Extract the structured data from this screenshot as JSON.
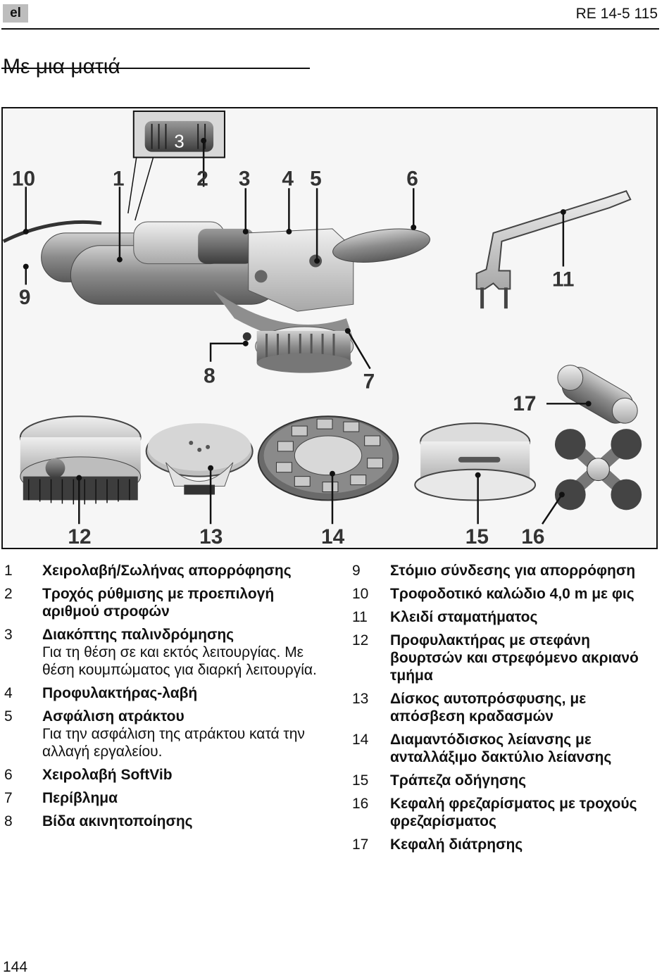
{
  "header": {
    "lang_tag": "el",
    "doc_code": "RE 14-5 115"
  },
  "title": "Με μια ματιά",
  "figure": {
    "callouts": [
      "10",
      "1",
      "2",
      "3",
      "4",
      "5",
      "6",
      "9",
      "11",
      "8",
      "7",
      "17",
      "12",
      "13",
      "14",
      "15",
      "16"
    ],
    "dial_digit": "3"
  },
  "items_left": [
    {
      "num": "1",
      "label": "Χειρολαβή/Σωλήνας απορρόφησης",
      "desc": ""
    },
    {
      "num": "2",
      "label": "Τροχός ρύθμισης με προεπιλογή αριθμού στροφών",
      "desc": ""
    },
    {
      "num": "3",
      "label": "Διακόπτης παλινδρόμησης",
      "desc": "Για τη θέση σε και εκτός λειτουργίας. Με θέση κουμπώματος για διαρκή λειτουργία."
    },
    {
      "num": "4",
      "label": "Προφυλακτήρας-λαβή",
      "desc": ""
    },
    {
      "num": "5",
      "label": "Ασφάλιση ατράκτου",
      "desc": "Για την ασφάλιση της ατράκτου κατά την αλλαγή εργαλείου."
    },
    {
      "num": "6",
      "label": "Χειρολαβή SoftVib",
      "desc": ""
    },
    {
      "num": "7",
      "label": "Περίβλημα",
      "desc": ""
    },
    {
      "num": "8",
      "label": "Βίδα ακινητοποίησης",
      "desc": ""
    }
  ],
  "items_right": [
    {
      "num": "9",
      "label": "Στόμιο σύνδεσης για απορρόφηση",
      "desc": ""
    },
    {
      "num": "10",
      "label": "Τροφοδοτικό καλώδιο 4,0 m με φις",
      "desc": ""
    },
    {
      "num": "11",
      "label": "Κλειδί σταματήματος",
      "desc": ""
    },
    {
      "num": "12",
      "label": "Προφυλακτήρας με στεφάνη βουρτσών και στρεφόμενο ακριανό τμήμα",
      "desc": ""
    },
    {
      "num": "13",
      "label": "Δίσκος αυτοπρόσφυσης, με απόσβεση κραδασμών",
      "desc": ""
    },
    {
      "num": "14",
      "label": "Διαμαντόδισκος λείανσης με ανταλλάξιμο δακτύλιο λείανσης",
      "desc": ""
    },
    {
      "num": "15",
      "label": "Τράπεζα οδήγησης",
      "desc": ""
    },
    {
      "num": "16",
      "label": "Κεφαλή φρεζαρίσματος με τροχούς φρεζαρίσματος",
      "desc": ""
    },
    {
      "num": "17",
      "label": "Κεφαλή διάτρησης",
      "desc": ""
    }
  ],
  "page_number": "144"
}
